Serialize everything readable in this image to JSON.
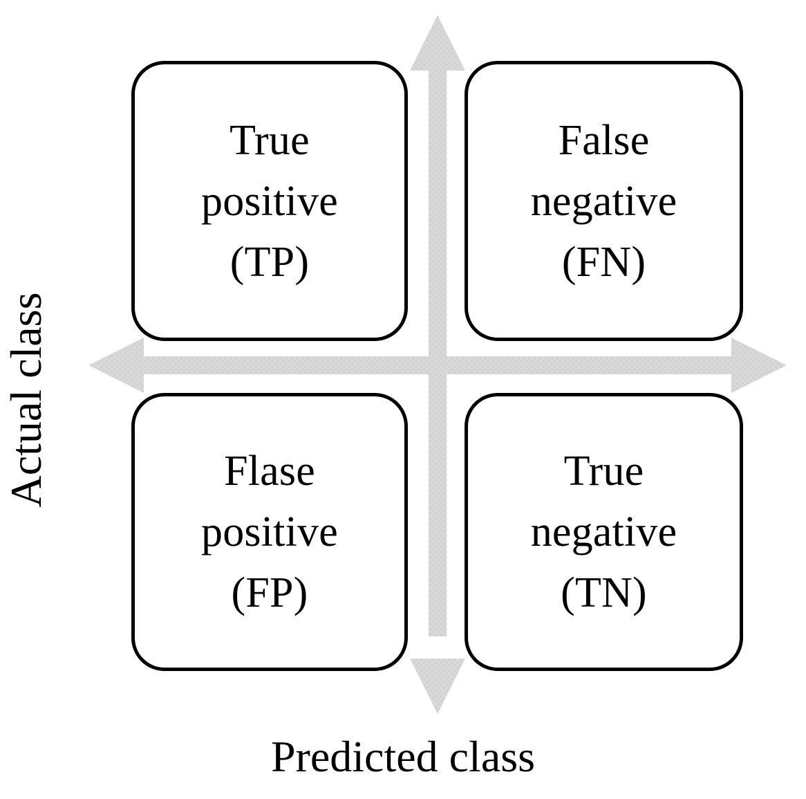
{
  "diagram": {
    "type": "confusion-matrix",
    "axes": {
      "y_label": "Actual class",
      "x_label": "Predicted class",
      "arrow_color": "#d7d7d7",
      "arrow_style": "double-headed",
      "vertical_arrow_name": "actual-class-axis-arrow",
      "horizontal_arrow_name": "predicted-class-axis-arrow"
    },
    "box_border_color": "#000000",
    "quadrants": [
      {
        "id": "true-positive",
        "position": "top-left",
        "lines": [
          "True",
          "positive",
          "(TP)"
        ],
        "abbreviation": "TP"
      },
      {
        "id": "false-negative",
        "position": "top-right",
        "lines": [
          "False",
          "negative",
          "(FN)"
        ],
        "abbreviation": "FN"
      },
      {
        "id": "false-positive",
        "position": "bottom-left",
        "lines": [
          "Flase",
          "positive",
          "(FP)"
        ],
        "abbreviation": "FP"
      },
      {
        "id": "true-negative",
        "position": "bottom-right",
        "lines": [
          "True",
          "negative",
          "(TN)"
        ],
        "abbreviation": "TN"
      }
    ]
  }
}
